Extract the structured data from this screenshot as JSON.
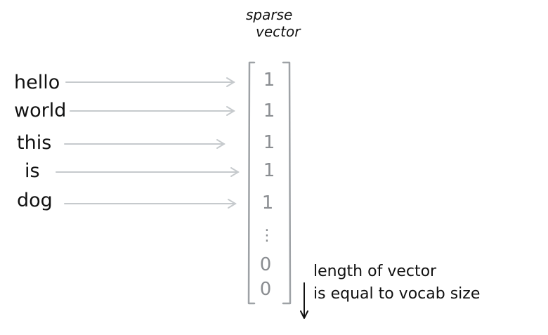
{
  "header": {
    "line1": "sparse",
    "line2": "vector"
  },
  "words": [
    "hello",
    "world",
    "this",
    "is",
    "dog"
  ],
  "vector": {
    "ones": [
      "1",
      "1",
      "1",
      "1",
      "1"
    ],
    "ellipsis": "⋮",
    "zeros": [
      "0",
      "0"
    ]
  },
  "note": {
    "line1": "length of vector",
    "line2": "is equal to vocab size"
  },
  "colors": {
    "arrows": "#c6cacd",
    "bracket": "#9ea2a6",
    "cells": "#8a8d91",
    "ink": "#111111"
  }
}
